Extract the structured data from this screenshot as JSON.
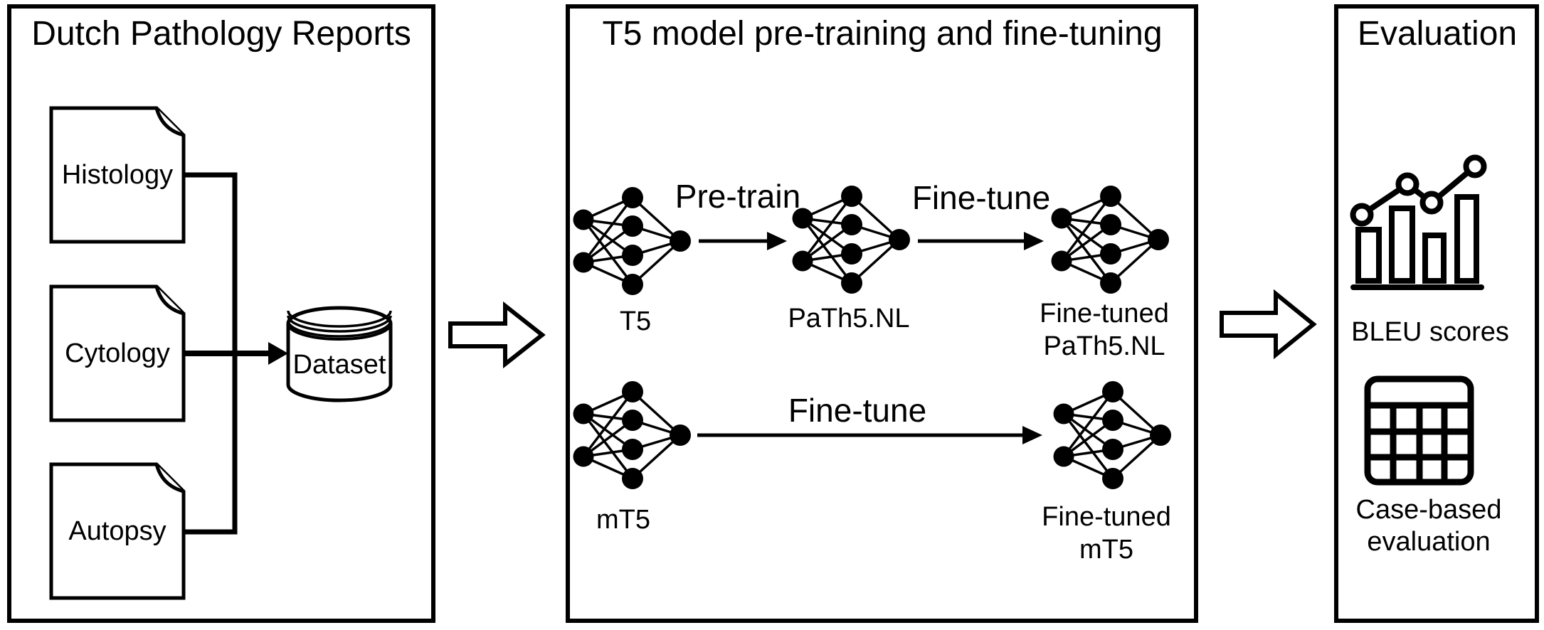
{
  "colors": {
    "ink": "#000000",
    "background": "#ffffff"
  },
  "panels": {
    "reports": {
      "title": "Dutch Pathology Reports",
      "documents": [
        {
          "label": "Histology"
        },
        {
          "label": "Cytology"
        },
        {
          "label": "Autopsy"
        }
      ],
      "dataset_label": "Dataset"
    },
    "training": {
      "title": "T5 model pre-training and fine-tuning",
      "top_flow": {
        "source": "T5",
        "step1": "Pre-train",
        "middle": "PaTh5.NL",
        "step2": "Fine-tune",
        "result_line1": "Fine-tuned",
        "result_line2": "PaTh5.NL"
      },
      "bottom_flow": {
        "source": "mT5",
        "step": "Fine-tune",
        "result_line1": "Fine-tuned",
        "result_line2": "mT5"
      }
    },
    "evaluation": {
      "title": "Evaluation",
      "bleu_label": "BLEU scores",
      "case_line1": "Case-based",
      "case_line2": "evaluation"
    }
  }
}
